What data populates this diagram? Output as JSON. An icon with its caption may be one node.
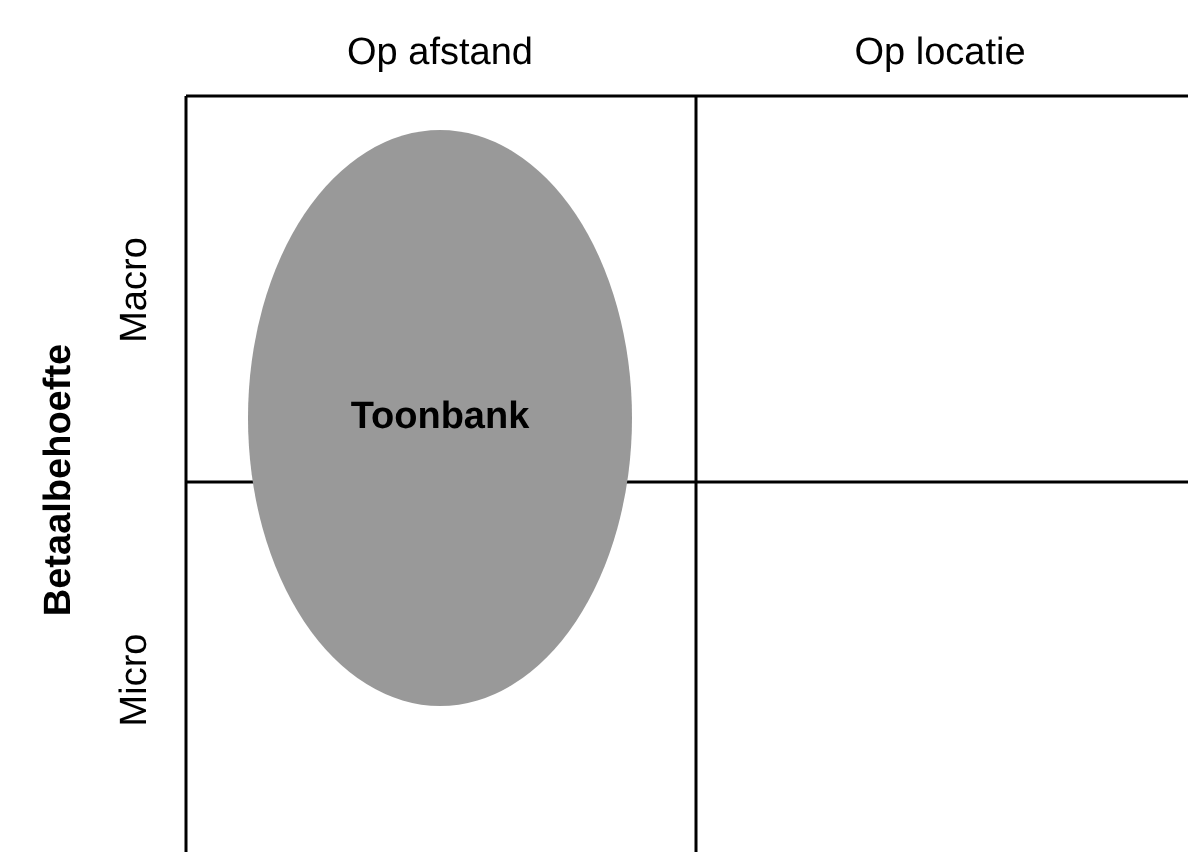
{
  "diagram": {
    "nodes": [
      {
        "text": [
          "Toonbank"
        ]
      }
    ],
    "labels": [
      "Op afstand",
      "Op locatie",
      "Betaalbehoefte",
      "Macro",
      "Micro"
    ]
  }
}
